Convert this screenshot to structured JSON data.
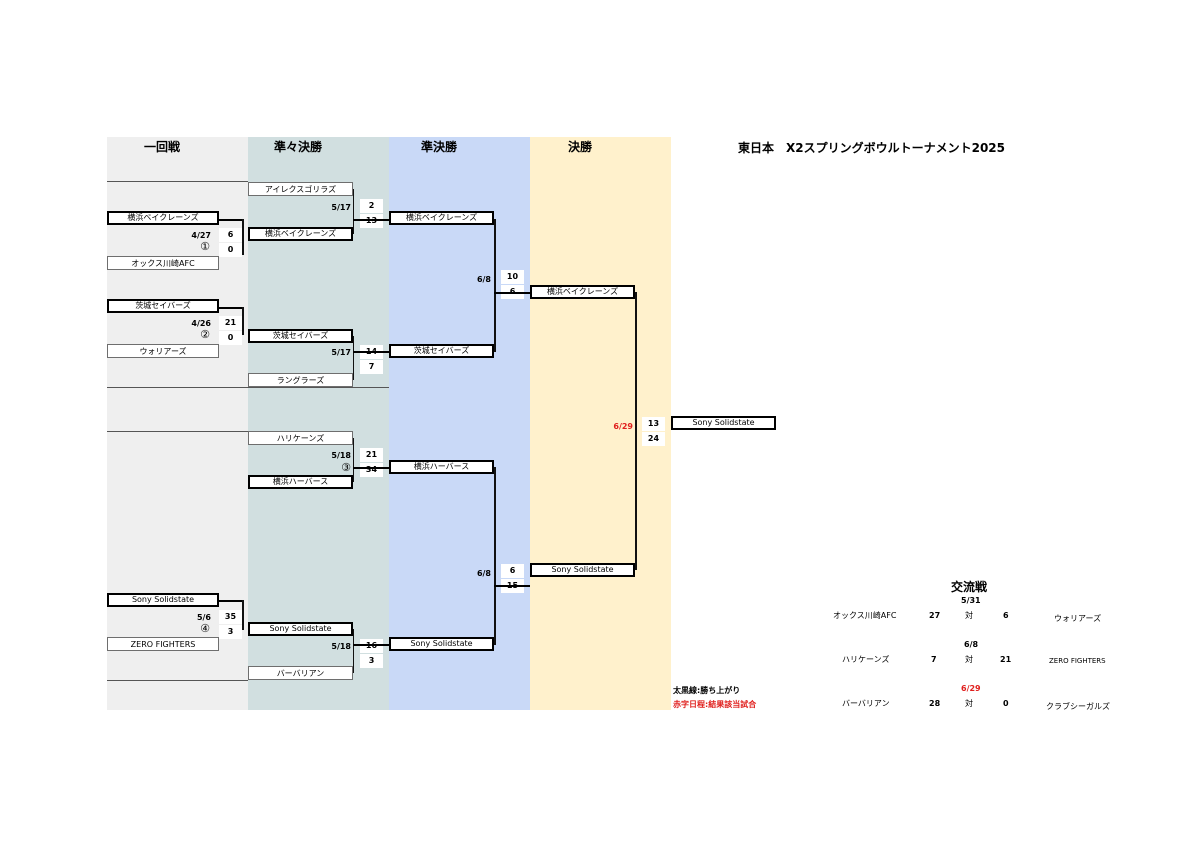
{
  "title": "東日本　X2スプリングボウルトーナメント2025",
  "colors": {
    "round1": "#efefef",
    "quarter": "#d1dfe0",
    "semi": "#c9d9f7",
    "final": "#fff1cc",
    "highlight_red": "#e0201e"
  },
  "headers": {
    "round1": "一回戦",
    "quarter": "準々決勝",
    "semi": "準決勝",
    "final": "決勝"
  },
  "round1": {
    "g1": {
      "team_top": "横浜ベイクレーンズ",
      "team_bottom": "オックス川崎AFC",
      "date": "4/27",
      "num": "①",
      "score_top": "6",
      "score_bottom": "0"
    },
    "g2": {
      "team_top": "茨城セイバーズ",
      "team_bottom": "ウォリアーズ",
      "date": "4/26",
      "num": "②",
      "score_top": "21",
      "score_bottom": "0"
    },
    "g3": {
      "team_top": "Sony Solidstate",
      "team_bottom": "ZERO FIGHTERS",
      "date": "5/6",
      "num": "④",
      "score_top": "35",
      "score_bottom": "3"
    }
  },
  "quarter": {
    "q1": {
      "team_top": "アイレクスゴリラズ",
      "team_bottom": "横浜ベイクレーンズ",
      "date": "5/17",
      "score_top": "2",
      "score_bottom": "13"
    },
    "q2": {
      "team_top": "茨城セイバーズ",
      "team_bottom": "ラングラーズ",
      "date": "5/17",
      "score_top": "14",
      "score_bottom": "7"
    },
    "q3": {
      "team_top": "ハリケーンズ",
      "team_bottom": "横浜ハーバース",
      "date": "5/18",
      "num": "③",
      "score_top": "21",
      "score_bottom": "34"
    },
    "q4": {
      "team_top": "Sony Solidstate",
      "team_bottom": "バーバリアン",
      "date": "5/18",
      "score_top": "16",
      "score_bottom": "3"
    }
  },
  "semi": {
    "s1": {
      "team_top": "横浜ベイクレーンズ",
      "team_bottom": "茨城セイバーズ",
      "date": "6/8",
      "score_top": "10",
      "score_bottom": "6"
    },
    "s2": {
      "team_top": "横浜ハーバース",
      "team_bottom": "Sony Solidstate",
      "date": "6/8",
      "score_top": "6",
      "score_bottom": "15"
    }
  },
  "final": {
    "team_top": "横浜ベイクレーンズ",
    "team_bottom": "Sony Solidstate",
    "date": "6/29",
    "score_top": "13",
    "score_bottom": "24",
    "champion": "Sony Solidstate"
  },
  "legend": {
    "bold_line": "太黒線:勝ち上がり",
    "red_date": "赤字日程:結果該当試合"
  },
  "exchange": {
    "title": "交流戦",
    "matches": [
      {
        "date": "5/31",
        "home": "オックス川崎AFC",
        "home_score": "27",
        "vs": "対",
        "away_score": "6",
        "away": "ウォリアーズ"
      },
      {
        "date": "6/8",
        "home": "ハリケーンズ",
        "home_score": "7",
        "vs": "対",
        "away_score": "21",
        "away": "ZERO FIGHTERS"
      },
      {
        "date": "6/29",
        "home": "バーバリアン",
        "home_score": "28",
        "vs": "対",
        "away_score": "0",
        "away": "クラブシーガルズ"
      }
    ]
  }
}
